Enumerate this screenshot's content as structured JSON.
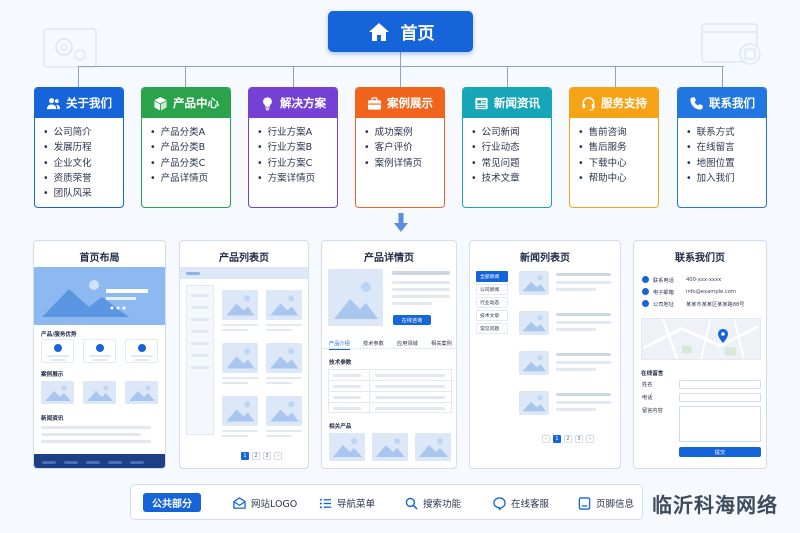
{
  "root": {
    "label": "首页",
    "icon": "home-icon"
  },
  "categories": [
    {
      "title": "关于我们",
      "color": "#1664d9",
      "icon": "users-icon",
      "items": [
        "公司简介",
        "发展历程",
        "企业文化",
        "资质荣誉",
        "团队风采"
      ]
    },
    {
      "title": "产品中心",
      "color": "#2aa34a",
      "icon": "cube-icon",
      "items": [
        "产品分类A",
        "产品分类B",
        "产品分类C",
        "产品详情页"
      ]
    },
    {
      "title": "解决方案",
      "color": "#7540d4",
      "icon": "lightbulb-icon",
      "items": [
        "行业方案A",
        "行业方案B",
        "行业方案C",
        "方案详情页"
      ]
    },
    {
      "title": "案例展示",
      "color": "#f0641e",
      "icon": "briefcase-icon",
      "items": [
        "成功案例",
        "客户评价",
        "案例详情页"
      ]
    },
    {
      "title": "新闻资讯",
      "color": "#17a6b8",
      "icon": "newspaper-icon",
      "items": [
        "公司新闻",
        "行业动态",
        "常见问题",
        "技术文章"
      ]
    },
    {
      "title": "服务支持",
      "color": "#f7a317",
      "icon": "headset-icon",
      "items": [
        "售前咨询",
        "售后服务",
        "下载中心",
        "帮助中心"
      ]
    },
    {
      "title": "联系我们",
      "color": "#2276e0",
      "icon": "phone-icon",
      "items": [
        "联系方式",
        "在线留言",
        "地图位置",
        "加入我们"
      ]
    }
  ],
  "pages": {
    "home": {
      "title": "首页布局",
      "products_label": "产品/服务优势",
      "cases_label": "案例展示",
      "news_label": "新闻资讯"
    },
    "product_list": {
      "title": "产品列表页",
      "pagination": [
        "1",
        "2",
        "3",
        "›"
      ]
    },
    "product_detail": {
      "title": "产品详情页",
      "consult_button": "在线咨询",
      "tabs": [
        "产品介绍",
        "技术参数",
        "应用领域",
        "相关案例"
      ],
      "params_label": "技术参数",
      "related_label": "相关产品"
    },
    "news_list": {
      "title": "新闻列表页",
      "sidebar": [
        "全部新闻",
        "公司新闻",
        "行业动态",
        "技术文章",
        "常见问题"
      ],
      "pagination": [
        "‹",
        "1",
        "2",
        "3",
        "›"
      ]
    },
    "contact": {
      "title": "联系我们页",
      "rows": [
        {
          "label": "联系电话",
          "value": "400-xxx-xxxx",
          "icon": "phone-icon"
        },
        {
          "label": "电子邮箱",
          "value": "info@example.com",
          "icon": "mail-icon"
        },
        {
          "label": "公司地址",
          "value": "某某市某某区某某路88号",
          "icon": "location-icon"
        }
      ],
      "form_title": "在线留言",
      "form_fields": [
        "姓名",
        "电话",
        "留言内容"
      ],
      "submit": "提交"
    }
  },
  "common": {
    "tag": "公共部分",
    "items": [
      {
        "label": "网站LOGO",
        "icon": "logo-icon"
      },
      {
        "label": "导航菜单",
        "icon": "menu-icon"
      },
      {
        "label": "搜索功能",
        "icon": "search-icon"
      },
      {
        "label": "在线客服",
        "icon": "chat-icon"
      },
      {
        "label": "页脚信息",
        "icon": "footer-icon"
      }
    ]
  },
  "brand": "临沂科海网络",
  "colors": {
    "primary": "#1664d9",
    "light_blue": "#dce8f8",
    "line": "#8aa3c8"
  }
}
